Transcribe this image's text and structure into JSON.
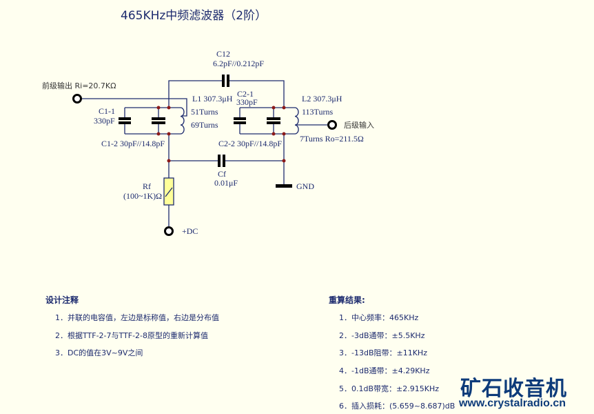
{
  "title": "465KHz中频滤波器（2阶）",
  "circuit": {
    "c12_name": "C12",
    "c12_value": "6.2pF//0.212pF",
    "input_label": "前级输出 Ri=20.7KΩ",
    "l1": "L1 307.3μH",
    "l1_turns_a": "51Turns",
    "l1_turns_b": "69Turns",
    "c1_1_name": "C1-1",
    "c1_1_value": "330pF",
    "c1_2": "C1-2  30pF//14.8pF",
    "c2_1_name": "C2-1",
    "c2_1_value": "330pF",
    "c2_2": "C2-2 30pF//14.8pF",
    "l2": "L2 307.3μH",
    "l2_turns_a": "113Turns",
    "l2_turns_b": "7Turns Ro=211.5Ω",
    "output_label": "后级输入",
    "cf_name": "Cf",
    "cf_value": "0.01μF",
    "gnd": "GND",
    "rf_name": "Rf",
    "rf_value": "(100~1K)Ω",
    "dc": "+DC"
  },
  "notes": {
    "title": "设计注释",
    "items": [
      "1．并联的电容值，左边是标称值，右边是分布值",
      "2．根据TTF-2-7与TTF-2-8原型的重新计算值",
      "3．DC的值在3V~9V之间"
    ]
  },
  "results": {
    "title": "重算结果:",
    "items": [
      "1．中心频率：465KHz",
      "2．-3dB通带：±5.5KHz",
      "3．-13dB阻带：±11KHz",
      "4．-1dB通带：±4.29KHz",
      "5．0.1dB带宽：±2.915KHz",
      "6．插入损耗：(5.659~8.687)dB"
    ]
  },
  "watermark": {
    "logo": "矿石收音机",
    "url": "www.crystalradio.cn"
  }
}
